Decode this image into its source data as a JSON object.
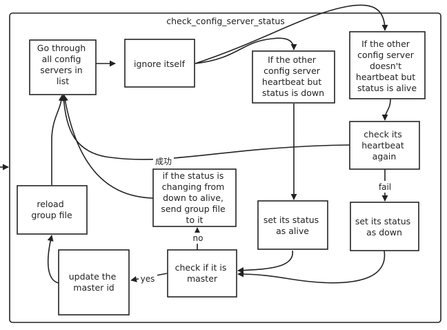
{
  "frame": {
    "title": "check_config_server_status"
  },
  "nodes": {
    "go_through": [
      "Go through",
      "all config",
      "servers in",
      "list"
    ],
    "ignore_itself": [
      "ignore itself"
    ],
    "heartbeat_down": [
      "If the other",
      "config server",
      "heartbeat but",
      "status is down"
    ],
    "no_heartbeat_alive": [
      "If the other",
      "config server",
      "doesn't",
      "heartbeat but",
      "status is alive"
    ],
    "check_heartbeat": [
      "check its",
      "heartbeat",
      "again"
    ],
    "status_changing": [
      "if the status is",
      "changing from",
      "down to alive,",
      "send group file",
      "to it"
    ],
    "reload_group_file": [
      "reload",
      "group file"
    ],
    "set_alive": [
      "set its status",
      "as alive"
    ],
    "set_down": [
      "set its status",
      "as down"
    ],
    "check_master": [
      "check if it is",
      "master"
    ],
    "update_master": [
      "update the",
      "master id"
    ]
  },
  "edge_labels": {
    "success": "成功",
    "fail": "fail",
    "no": "no",
    "yes": "yes"
  }
}
